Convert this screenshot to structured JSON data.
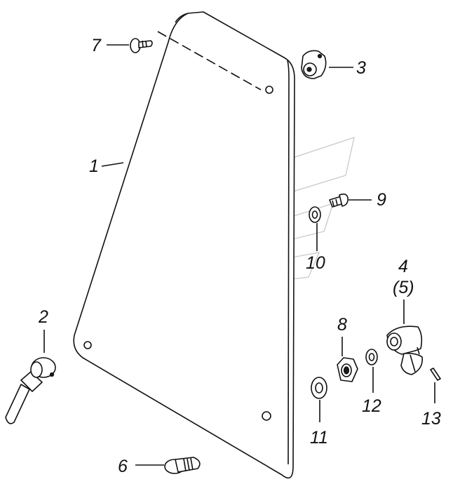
{
  "callouts": {
    "c1": "1",
    "c2": "2",
    "c3": "3",
    "c4": "4",
    "c5": "(5)",
    "c6": "6",
    "c7": "7",
    "c8": "8",
    "c9": "9",
    "c10": "10",
    "c11": "11",
    "c12": "12",
    "c13": "13"
  }
}
